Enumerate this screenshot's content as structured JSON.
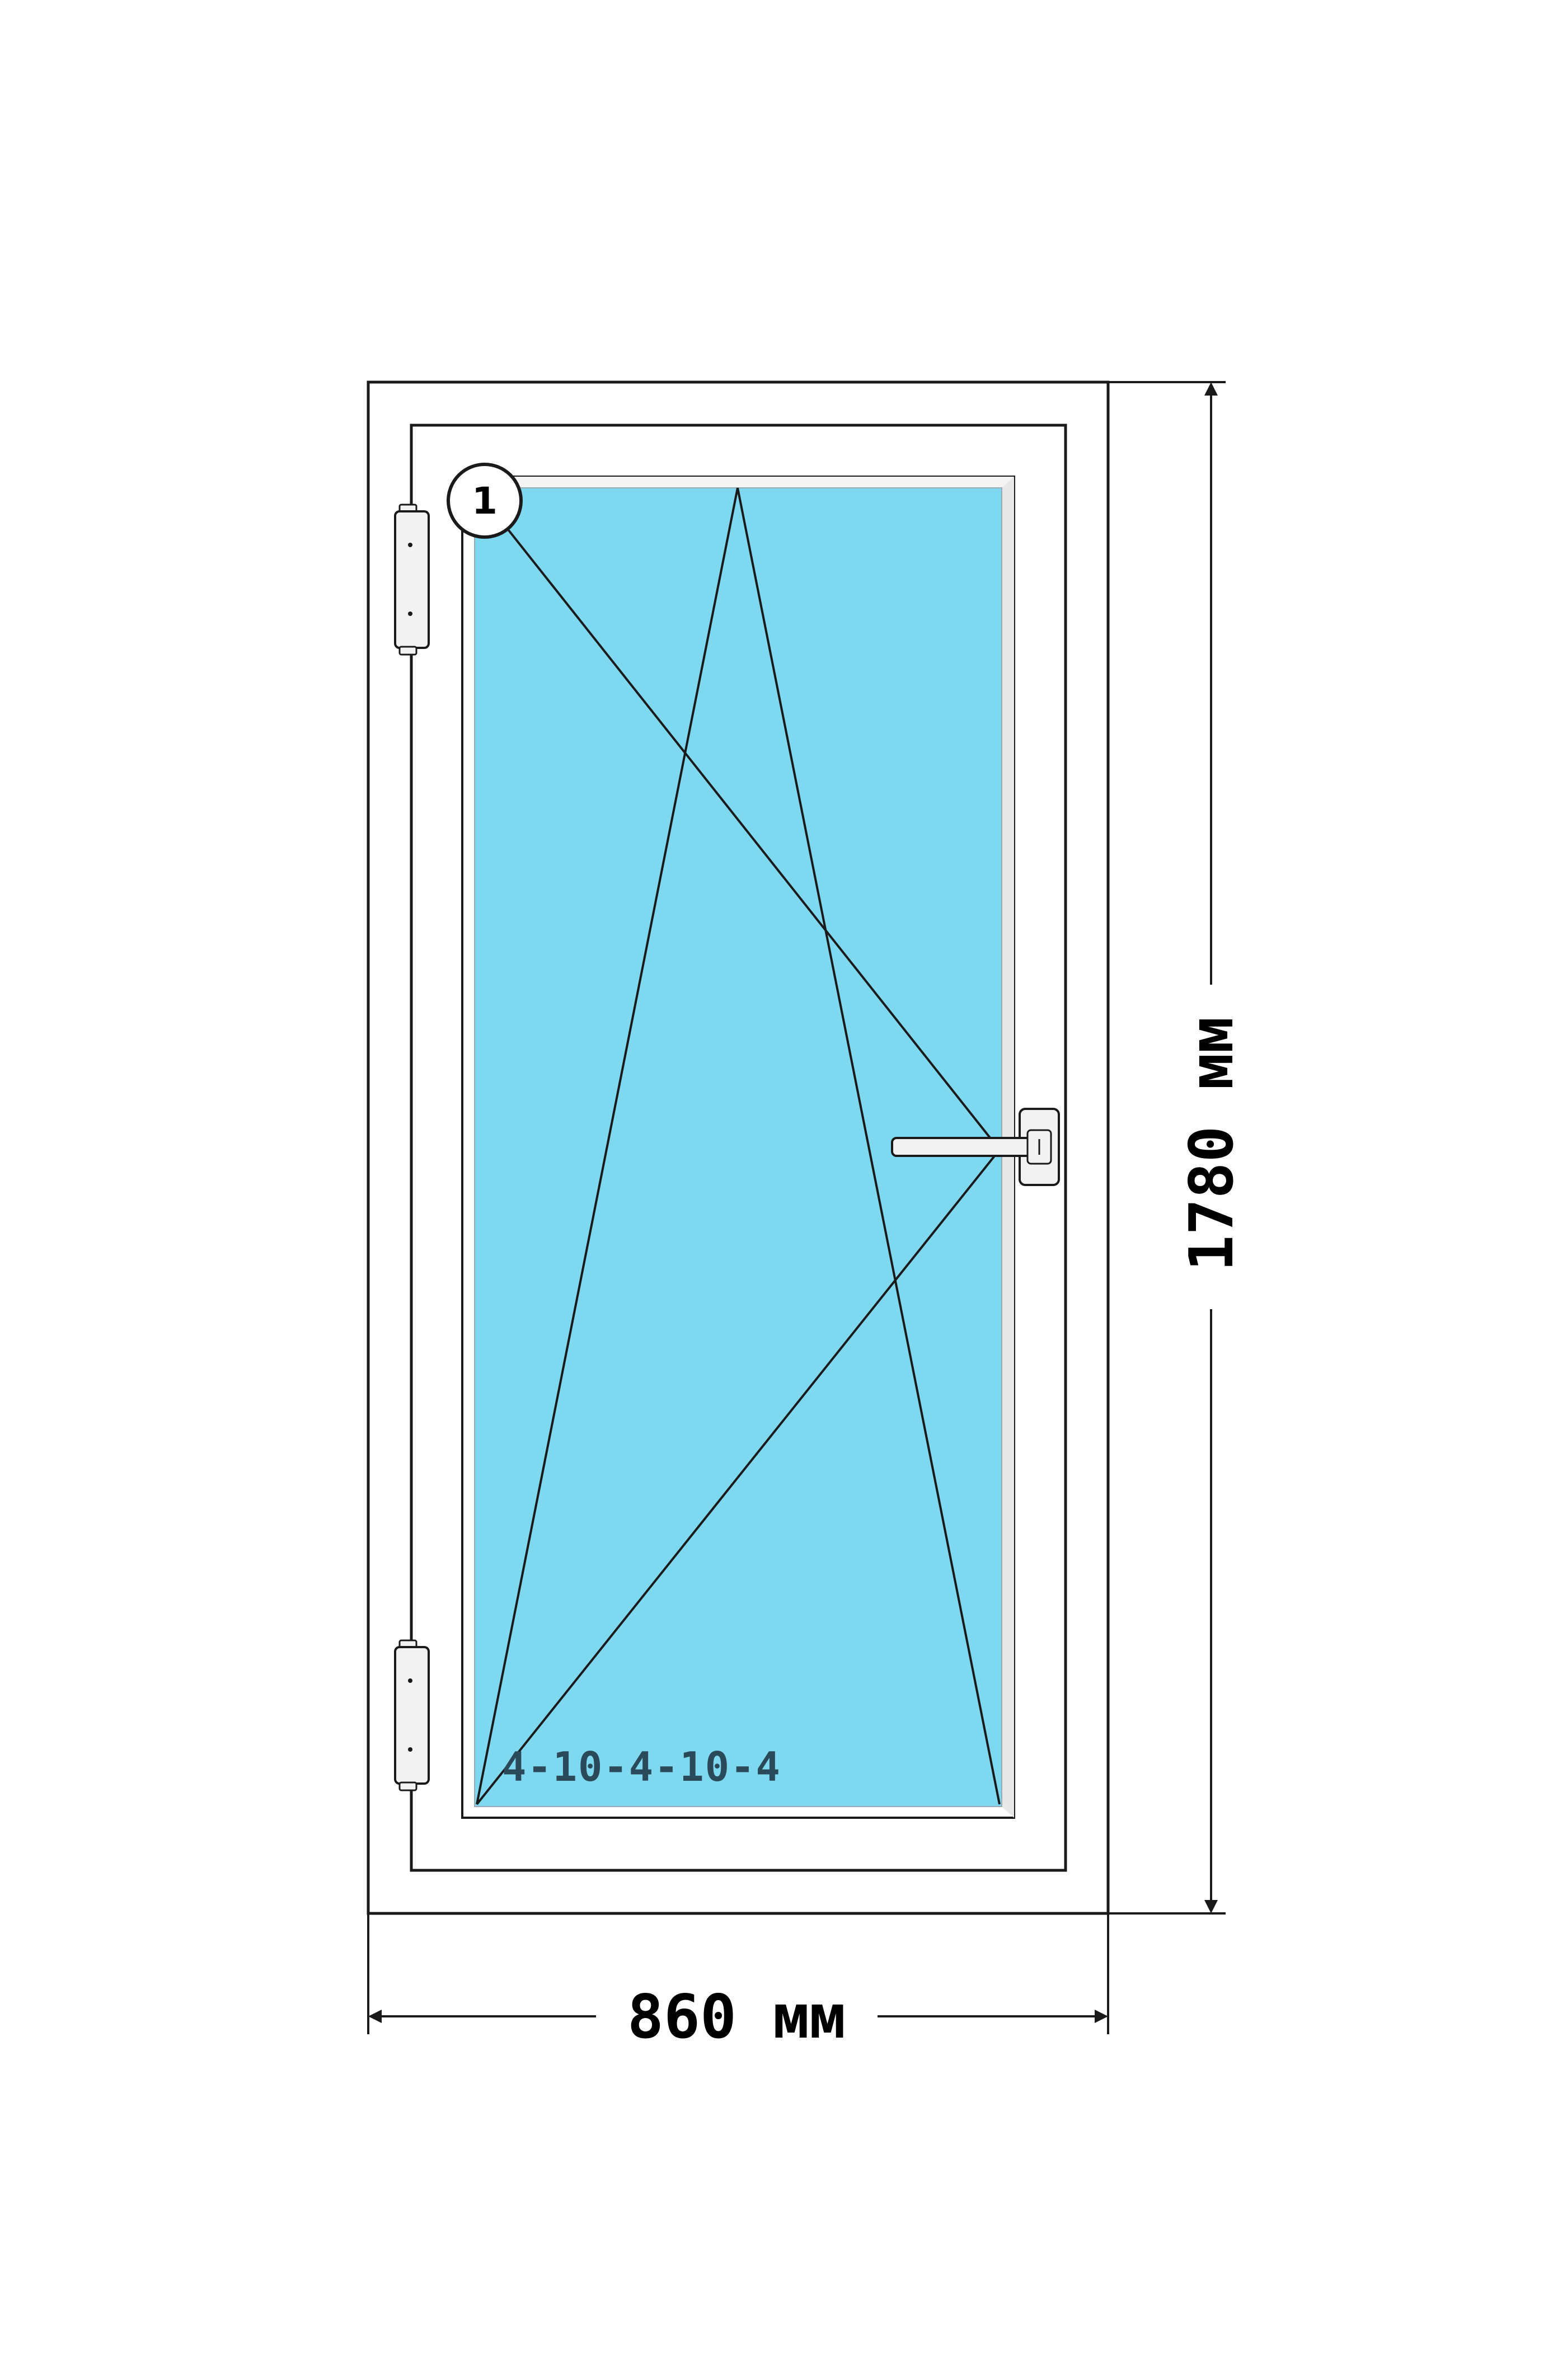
{
  "window": {
    "width_label": "860 мм",
    "height_label": "1780 мм",
    "glass_formula": "4-10-4-10-4",
    "sash_number": "1",
    "opening_type": "tilt-and-turn",
    "hinge_side": "left",
    "handle_side": "right"
  },
  "colors": {
    "glass": "#7DD8F0",
    "frame": "#ffffff",
    "outline": "#1a1a1a",
    "glass_text": "#2a4a5a",
    "hinge_fill": "#f2f2f2"
  }
}
